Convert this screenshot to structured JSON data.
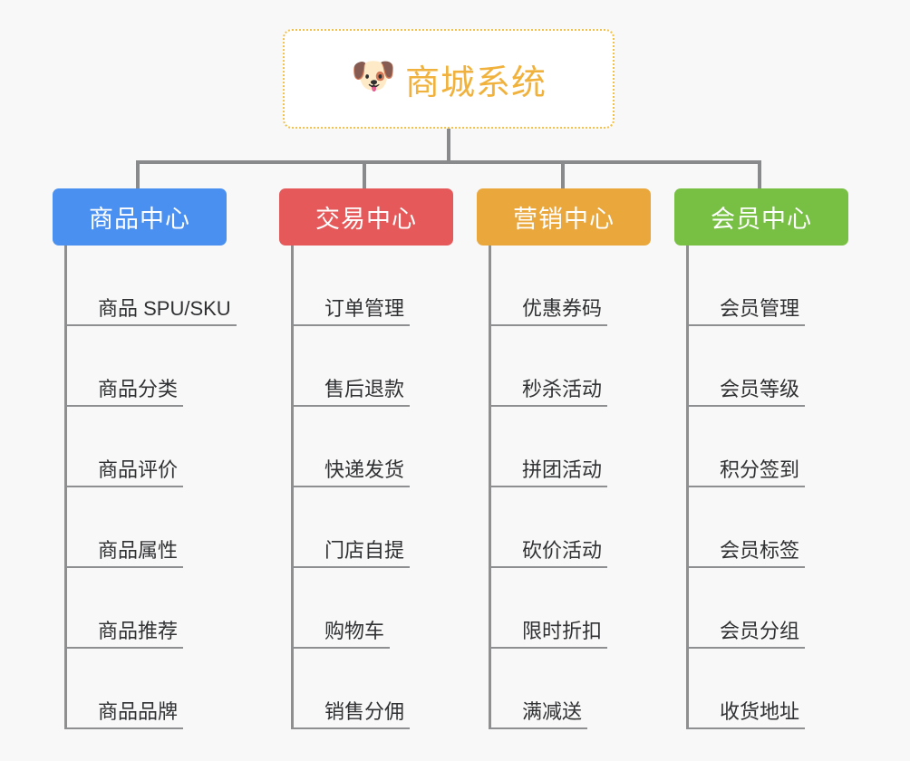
{
  "root": {
    "icon": "dog-face-icon",
    "icon_glyph": "🐶",
    "title": "商城系统",
    "title_color": "#f0b23c",
    "border_color": "#f2c14a"
  },
  "connector_color": "#888a8c",
  "background_color": "#f8f8f8",
  "columns": [
    {
      "id": "product-center",
      "label": "商品中心",
      "color": "#4a90f0",
      "items": [
        "商品 SPU/SKU",
        "商品分类",
        "商品评价",
        "商品属性",
        "商品推荐",
        "商品品牌"
      ]
    },
    {
      "id": "trade-center",
      "label": "交易中心",
      "color": "#e5595a",
      "items": [
        "订单管理",
        "售后退款",
        "快递发货",
        "门店自提",
        "购物车",
        "销售分佣"
      ]
    },
    {
      "id": "marketing-center",
      "label": "营销中心",
      "color": "#eaa73c",
      "items": [
        "优惠券码",
        "秒杀活动",
        "拼团活动",
        "砍价活动",
        "限时折扣",
        "满减送"
      ]
    },
    {
      "id": "member-center",
      "label": "会员中心",
      "color": "#78c044",
      "items": [
        "会员管理",
        "会员等级",
        "积分签到",
        "会员标签",
        "会员分组",
        "收货地址"
      ]
    }
  ]
}
